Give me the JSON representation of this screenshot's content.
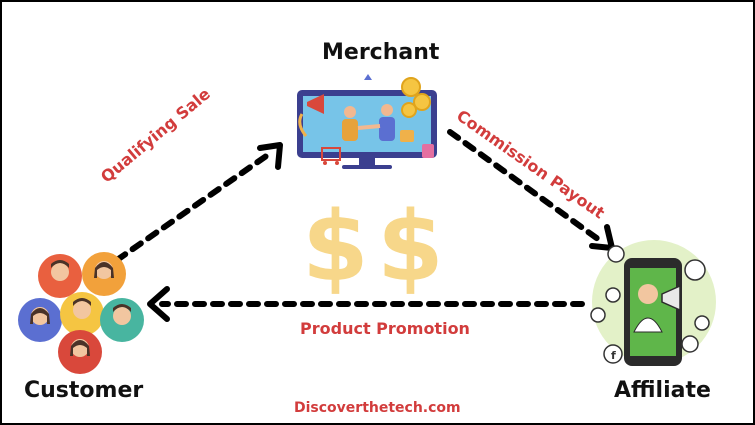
{
  "nodes": {
    "merchant": "Merchant",
    "customer": "Customer",
    "affiliate": "Affiliate"
  },
  "edges": {
    "qualifying_sale": "Qualifying Sale",
    "commission_payout": "Commission Payout",
    "product_promotion": "Product Promotion"
  },
  "center_symbol": "$$",
  "footer": "Discoverthetech.com",
  "colors": {
    "accent_red": "#d23c3c",
    "dollar_gold": "#f7d78a",
    "arrow": "#000000"
  }
}
